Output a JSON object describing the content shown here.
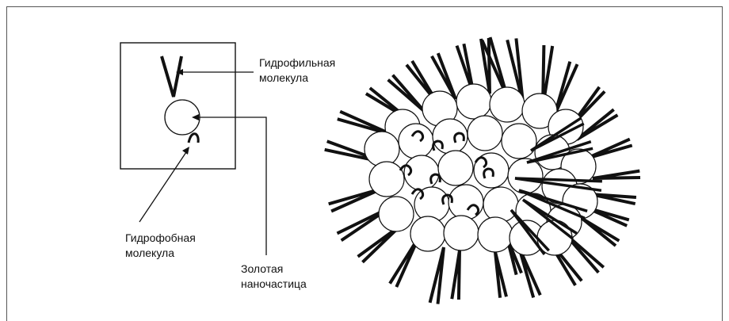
{
  "labels": {
    "hydrophilic": "Гидрофильная\nмолекула",
    "hydrophobic": "Гидрофобная\nмолекула",
    "gold_nanoparticle": "Золотая\nнаночастица"
  },
  "colors": {
    "stroke": "#111111",
    "sphere_fill": "#ffffff",
    "frame": "#555555"
  }
}
